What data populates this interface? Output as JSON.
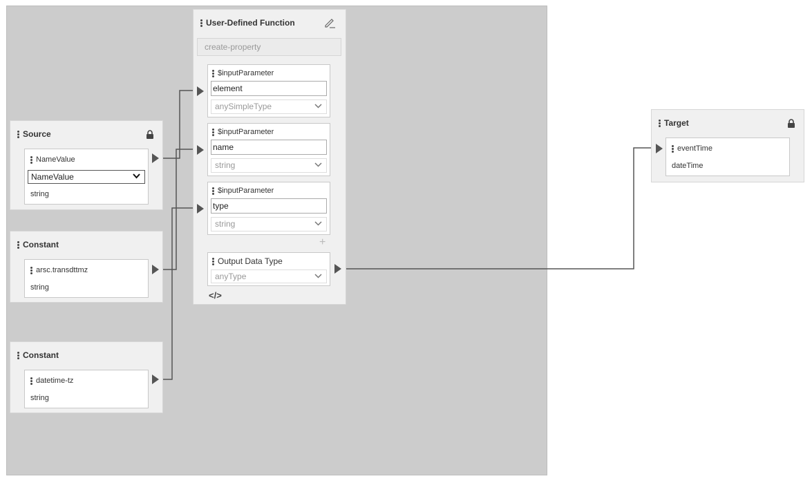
{
  "source": {
    "title": "Source",
    "field": {
      "name": "NameValue",
      "selected": "NameValue",
      "type": "string"
    }
  },
  "constants": [
    {
      "title": "Constant",
      "name": "arsc.transdttmz",
      "type": "string"
    },
    {
      "title": "Constant",
      "name": "datetime-tz",
      "type": "string"
    }
  ],
  "udf": {
    "title": "User-Defined Function",
    "name_placeholder": "create-property",
    "params": [
      {
        "label": "$inputParameter",
        "value": "element",
        "type": "anySimpleType"
      },
      {
        "label": "$inputParameter",
        "value": "name",
        "type": "string"
      },
      {
        "label": "$inputParameter",
        "value": "type",
        "type": "string"
      }
    ],
    "add_symbol": "+",
    "output": {
      "label": "Output Data Type",
      "type": "anyType"
    },
    "code_symbol": "</>"
  },
  "target": {
    "title": "Target",
    "field": {
      "name": "eventTime",
      "type": "dateTime"
    }
  },
  "colors": {
    "canvas": "#cccccc",
    "node": "#f0f0f0",
    "wire": "#555555"
  },
  "icons": [
    "grip-icon",
    "lock-icon",
    "edit-icon",
    "chevron-down-icon",
    "port-arrow-icon",
    "plus-icon",
    "code-icon"
  ]
}
